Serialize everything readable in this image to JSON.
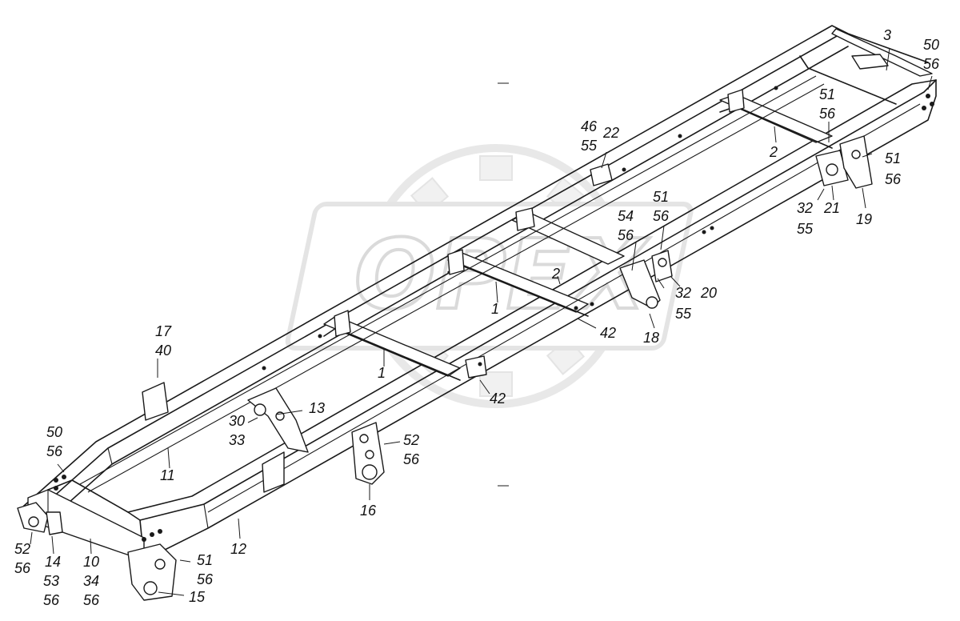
{
  "watermark": {
    "text": "OPEX",
    "color": "#d8d8d8"
  },
  "callouts": {
    "c3": "3",
    "c50a": "50",
    "c56a": "56",
    "c51a": "51",
    "c56b": "56",
    "c2a": "2",
    "c46": "46",
    "c22": "22",
    "c55a": "55",
    "c51b": "51",
    "c56c": "56",
    "c32a": "32",
    "c55b": "55",
    "c21": "21",
    "c19": "19",
    "c51c": "51",
    "c54": "54",
    "c56d": "56",
    "c56e": "56",
    "c2b": "2",
    "c1a": "1",
    "c32b": "32",
    "c55c": "55",
    "c20": "20",
    "c42a": "42",
    "c18": "18",
    "c17": "17",
    "c40": "40",
    "c1b": "1",
    "c42b": "42",
    "c13": "13",
    "c30": "30",
    "c33": "33",
    "c52a": "52",
    "c56f": "56",
    "c50b": "50",
    "c56g": "56",
    "c11": "11",
    "c16": "16",
    "c12": "12",
    "c52b": "52",
    "c56h": "56",
    "c14": "14",
    "c53": "53",
    "c56i": "56",
    "c10": "10",
    "c34": "34",
    "c56j": "56",
    "c51d": "51",
    "c56k": "56",
    "c15": "15"
  }
}
